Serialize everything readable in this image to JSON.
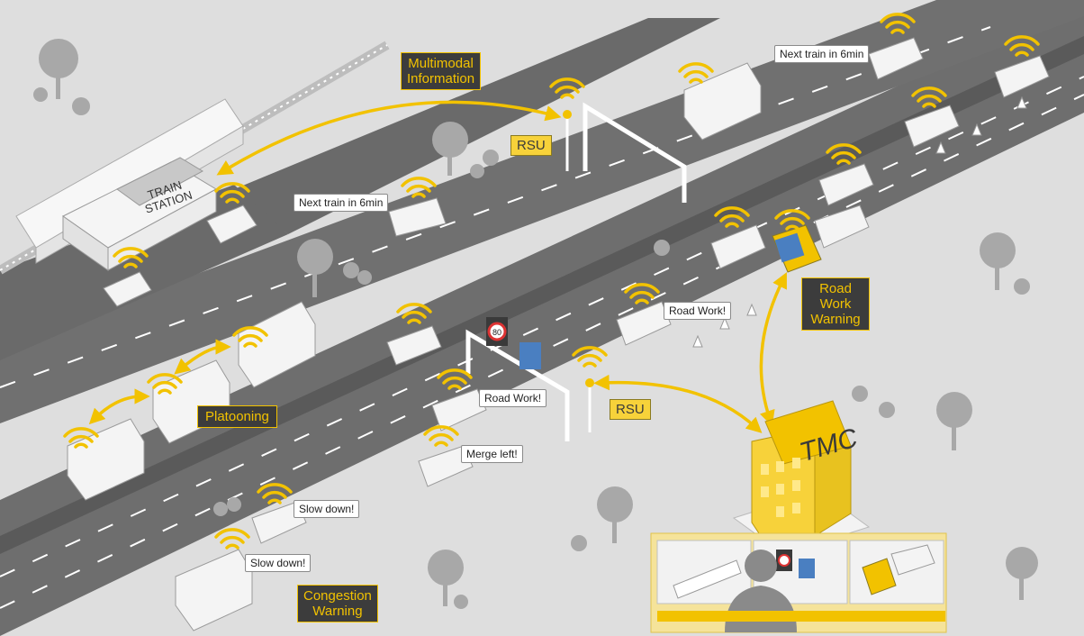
{
  "labels": {
    "multimodal": [
      "Multimodal",
      "Information"
    ],
    "rsu_top": "RSU",
    "rsu_mid": "RSU",
    "platooning": "Platooning",
    "road_work_warning": [
      "Road",
      "Work",
      "Warning"
    ],
    "congestion_warning": [
      "Congestion",
      "Warning"
    ],
    "tmc": "TMC",
    "train_station": [
      "TRAIN",
      "STATION"
    ],
    "speed_sign": "80"
  },
  "bubbles": {
    "next_train_top": "Next train in 6min",
    "next_train_mid": "Next train in 6min",
    "road_work_1": "Road Work!",
    "road_work_2": "Road Work!",
    "merge_left": "Merge left!",
    "slow_down_1": "Slow down!",
    "slow_down_2": "Slow down!"
  },
  "colors": {
    "road": "#6b6b6b",
    "ground": "#d9d9d9",
    "accent": "#f2c200",
    "label_bg": "#3c3c3c"
  }
}
